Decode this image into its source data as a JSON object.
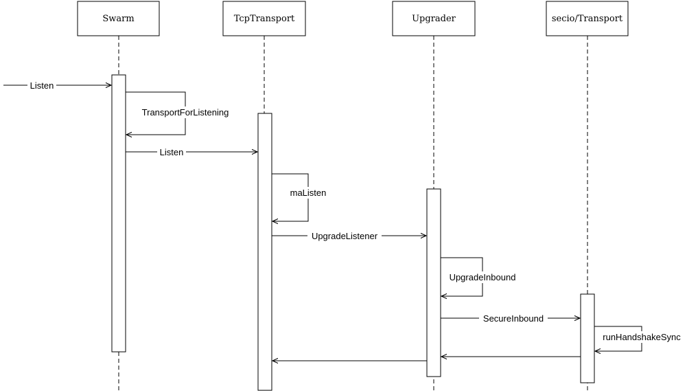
{
  "participants": [
    {
      "id": "swarm",
      "label": "Swarm"
    },
    {
      "id": "tcp",
      "label": "TcpTransport"
    },
    {
      "id": "upgrader",
      "label": "Upgrader"
    },
    {
      "id": "secio",
      "label": "secio/Transport"
    }
  ],
  "messages": [
    {
      "id": "listen-in",
      "label": "Listen",
      "from": "external",
      "to": "swarm"
    },
    {
      "id": "transport-for-listening",
      "label": "TransportForListening",
      "from": "swarm",
      "to": "swarm"
    },
    {
      "id": "listen",
      "label": "Listen",
      "from": "swarm",
      "to": "tcp"
    },
    {
      "id": "malisten",
      "label": "maListen",
      "from": "tcp",
      "to": "tcp"
    },
    {
      "id": "upgrade-listener",
      "label": "UpgradeListener",
      "from": "tcp",
      "to": "upgrader"
    },
    {
      "id": "upgrade-inbound",
      "label": "UpgradeInbound",
      "from": "upgrader",
      "to": "upgrader"
    },
    {
      "id": "secure-inbound",
      "label": "SecureInbound",
      "from": "upgrader",
      "to": "secio"
    },
    {
      "id": "run-handshake-sync",
      "label": "runHandshakeSync",
      "from": "secio",
      "to": "secio"
    },
    {
      "id": "return-secio",
      "label": "",
      "from": "secio",
      "to": "upgrader"
    },
    {
      "id": "return-upgrader",
      "label": "",
      "from": "upgrader",
      "to": "tcp"
    }
  ]
}
